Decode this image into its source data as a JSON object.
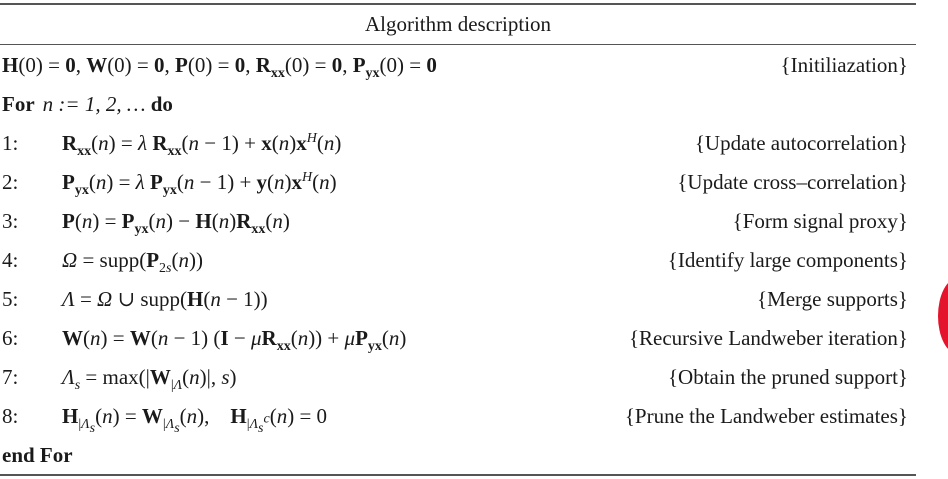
{
  "header": "Algorithm description",
  "kw": {
    "for": "For",
    "do": "do",
    "end_for": "end For"
  },
  "loop_var": "n := 1, 2, …",
  "init_comment": "{Initiliazation}",
  "steps": [
    {
      "num": "1:",
      "comment": "{Update autocorrelation}"
    },
    {
      "num": "2:",
      "comment": "{Update cross–correlation}"
    },
    {
      "num": "3:",
      "comment": "{Form signal proxy}"
    },
    {
      "num": "4:",
      "comment": "{Identify large components}"
    },
    {
      "num": "5:",
      "comment": "{Merge supports}"
    },
    {
      "num": "6:",
      "comment": "{Recursive Landweber iteration}"
    },
    {
      "num": "7:",
      "comment": "{Obtain the pruned support}"
    },
    {
      "num": "8:",
      "comment": "{Prune the Landweber estimates}"
    }
  ],
  "colors": {
    "rule": "#555555",
    "text": "#1a1a1a",
    "decoration": "#e3142b"
  }
}
